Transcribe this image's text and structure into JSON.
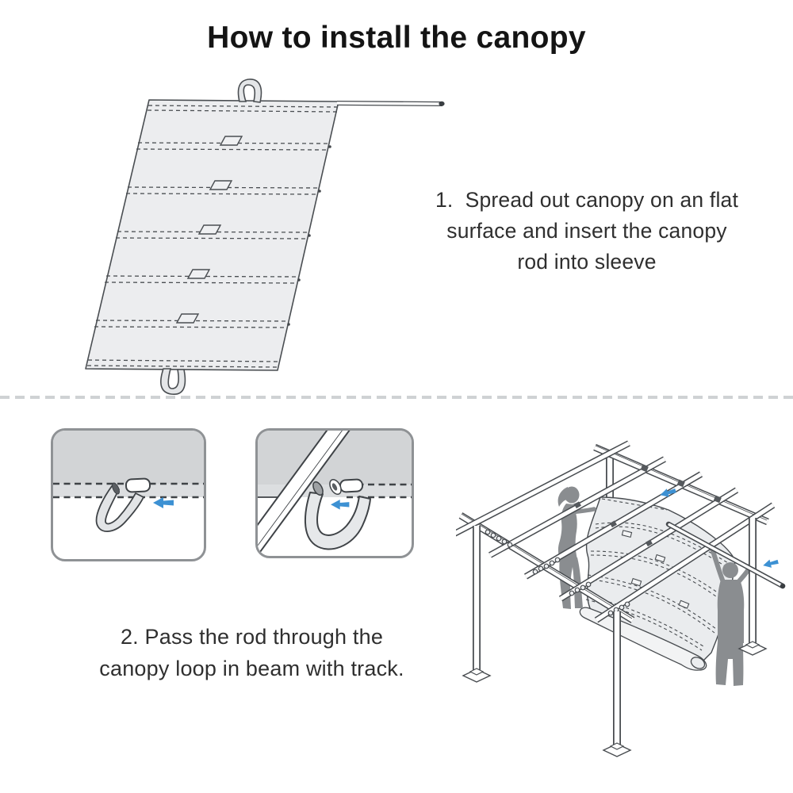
{
  "title": "How to install the canopy",
  "steps": {
    "step1": {
      "lines": [
        "1.  Spread out canopy on an flat",
        "surface and insert the canopy",
        "rod into sleeve"
      ]
    },
    "step2": {
      "lines": [
        "2. Pass the rod through the",
        "canopy loop in beam with track."
      ]
    }
  },
  "icons": {
    "direction_indicator": "arrow-left-icon"
  },
  "colors": {
    "accent_arrow_blue": "#3D91D3",
    "line_art": "#474B4F",
    "canopy_fill": "#ECEDEF",
    "detail_fabric_fill": "#D2D4D6",
    "silhouette_gray": "#8A8D90",
    "divider_gray": "#CFD2D4",
    "body_text": "#2F2F2F",
    "title_text": "#141414"
  }
}
